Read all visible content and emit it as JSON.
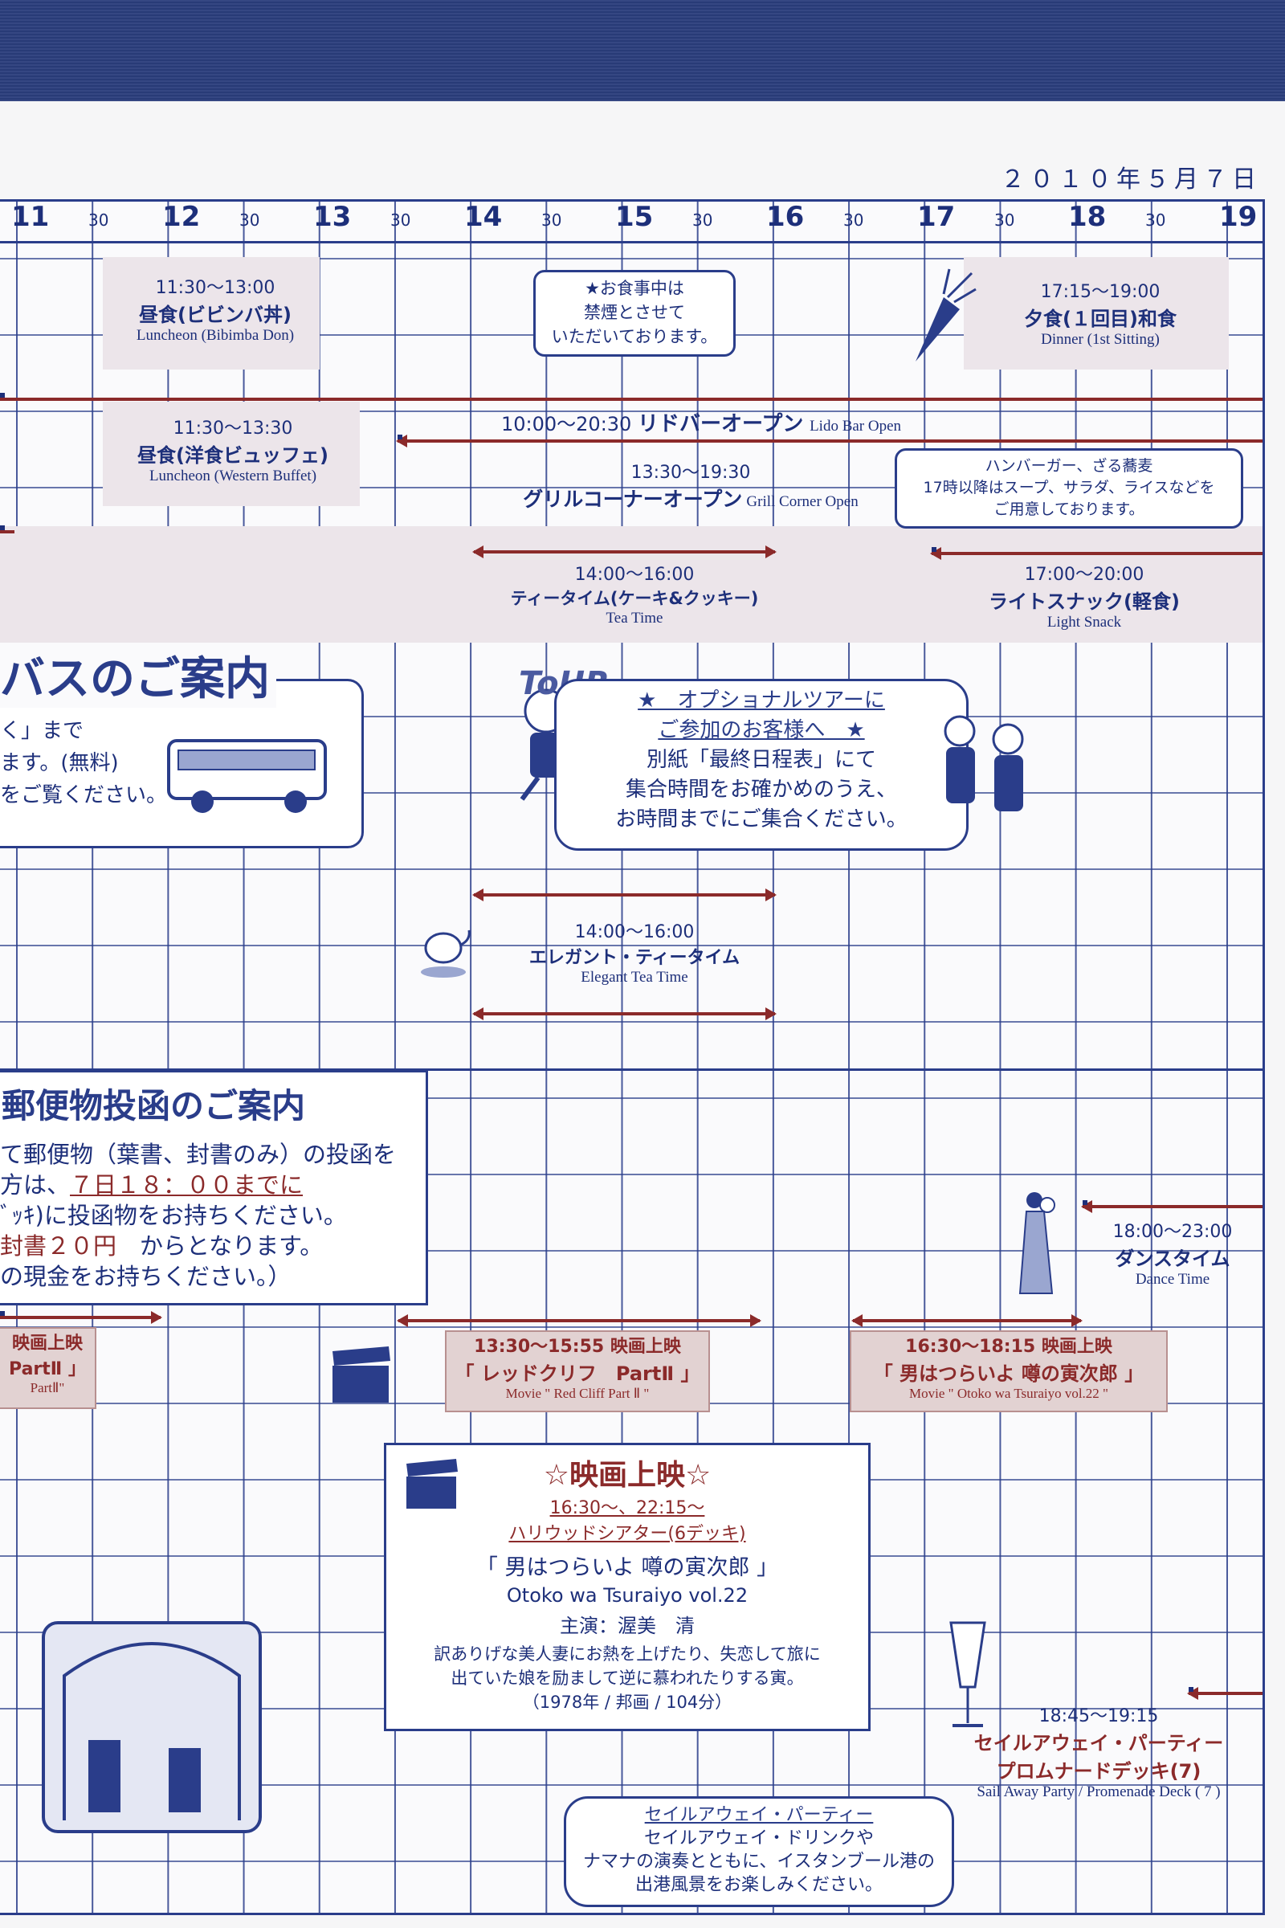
{
  "header": {
    "date": "２０１０年５月７日"
  },
  "ruler": {
    "hours": [
      "11",
      "12",
      "13",
      "14",
      "15",
      "16",
      "17",
      "18",
      "19"
    ],
    "half": "30"
  },
  "events": {
    "lunch1": {
      "time": "11:30〜13:00",
      "ja": "昼食(ビビンバ丼)",
      "en": "Luncheon (Bibimba Don)"
    },
    "lunch2": {
      "time": "11:30〜13:30",
      "ja": "昼食(洋食ビュッフェ)",
      "en": "Luncheon (Western Buffet)"
    },
    "smoking": {
      "line1": "★お食事中は",
      "line2": "禁煙とさせて",
      "line3": "いただいております。"
    },
    "dinner": {
      "time": "17:15〜19:00",
      "ja": "夕食(１回目)和食",
      "en": "Dinner (1st Sitting)"
    },
    "lido": {
      "time": "10:00〜20:30",
      "ja": "リドバーオープン",
      "en": "Lido Bar Open"
    },
    "grill": {
      "time": "13:30〜19:30",
      "ja": "グリルコーナーオープン",
      "en": "Grill Corner Open"
    },
    "grill_note": {
      "line1": "ハンバーガー、ざる蕎麦",
      "line2": "17時以降はスープ、サラダ、ライスなどを",
      "line3": "ご用意しております。"
    },
    "tea": {
      "time": "14:00〜16:00",
      "ja": "ティータイム(ケーキ&クッキー)",
      "en": "Tea Time"
    },
    "snack": {
      "time": "17:00〜20:00",
      "ja": "ライトスナック(軽食)",
      "en": "Light Snack"
    },
    "elegant": {
      "time": "14:00〜16:00",
      "ja": "エレガント・ティータイム",
      "en": "Elegant Tea Time"
    },
    "dance": {
      "time": "18:00〜23:00",
      "ja": "ダンスタイム",
      "en": "Dance Time"
    },
    "sailaway": {
      "time": "18:45〜19:15",
      "ja": "セイルアウェイ・パーティー",
      "place": "プロムナードデッキ(7)",
      "en": "Sail Away Party / Promenade Deck ( 7 )"
    }
  },
  "bus": {
    "title": "バスのご案内",
    "line1": "く」まで",
    "line2": "ます。(無料)",
    "line3": "をご覧ください。"
  },
  "tour": {
    "logo": "ToUR",
    "line1": "★　オプショナルツアーに",
    "line2": "ご参加のお客様へ　★",
    "line3": "別紙「最終日程表」にて",
    "line4": "集合時間をお確かめのうえ、",
    "line5": "お時間までにご集合ください。"
  },
  "mail": {
    "title": "郵便物投函のご案内",
    "line1": "て郵便物（葉書、封書のみ）の投函を",
    "line2": "方は、",
    "deadline": "７日１８：００までに",
    "line3": "ﾞｯｷ)に投函物をお持ちください。",
    "line4": "封書",
    "price": "２０円",
    "line4b": "からとなります。",
    "line5": "の現金をお持ちください。）"
  },
  "movies": {
    "left": {
      "l1": "映画上映",
      "l2": "PartⅡ 」",
      "l3": "PartⅡ\""
    },
    "m1": {
      "l1": "13:30〜15:55  映画上映",
      "l2": "「 レッドクリフ　PartⅡ 」",
      "l3": "Movie \" Red Cliff Part Ⅱ \""
    },
    "m2": {
      "l1": "16:30〜18:15  映画上映",
      "l2": "「 男はつらいよ 噂の寅次郎 」",
      "l3": "Movie \" Otoko wa Tsuraiyo vol.22 \""
    }
  },
  "feature": {
    "title": "☆映画上映☆",
    "times": "16:30〜、22:15〜",
    "venue": "ハリウッドシアター(6デッキ)",
    "film": "「 男はつらいよ  噂の寅次郎 」",
    "romaji": "Otoko wa Tsuraiyo vol.22",
    "cast": "主演：渥美　清",
    "desc1": "訳ありげな美人妻にお熱を上げたり、失恋して旅に",
    "desc2": "出ていた娘を励まして逆に慕われたりする寅。",
    "meta": "（1978年 / 邦画 / 104分）"
  },
  "sail_bubble": {
    "title": "セイルアウェイ・パーティー",
    "line1": "セイルアウェイ・ドリンクや",
    "line2": "ナマナの演奏とともに、イスタンブール港の",
    "line3": "出港風景をお楽しみください。"
  },
  "colors": {
    "navy": "#2a3d8a",
    "maroon": "#8b2a2a"
  }
}
